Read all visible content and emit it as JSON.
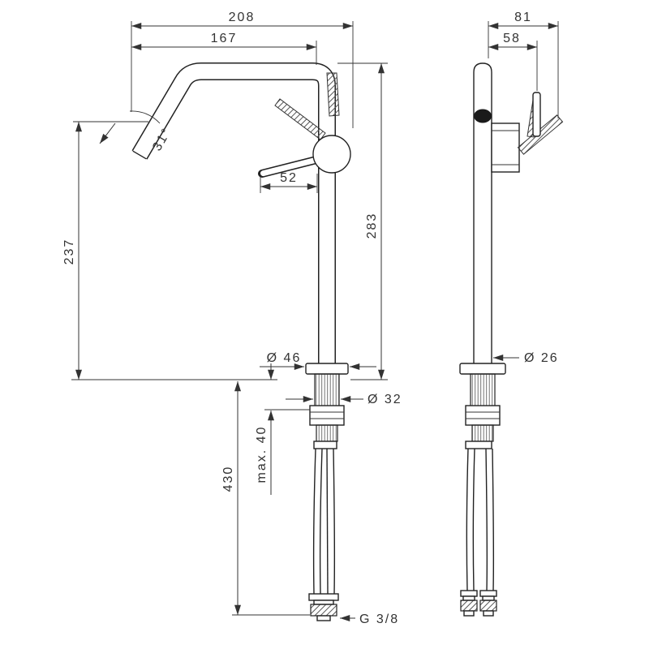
{
  "style": {
    "line_color": "#333333",
    "background": "#ffffff"
  },
  "drawing": {
    "front_view": {
      "reach_total": "208",
      "reach_spout": "167",
      "height_outlet": "237",
      "height_total": "283",
      "handle_length": "52",
      "spout_angle": "31°",
      "base_diameter": "Ø 46",
      "shank_diameter": "Ø 32",
      "hose_length": "430",
      "max_mounting_depth": "max. 40",
      "connection_thread": "G 3/8"
    },
    "side_view": {
      "depth_total": "81",
      "depth_handle": "58",
      "body_diameter": "Ø 26"
    }
  }
}
